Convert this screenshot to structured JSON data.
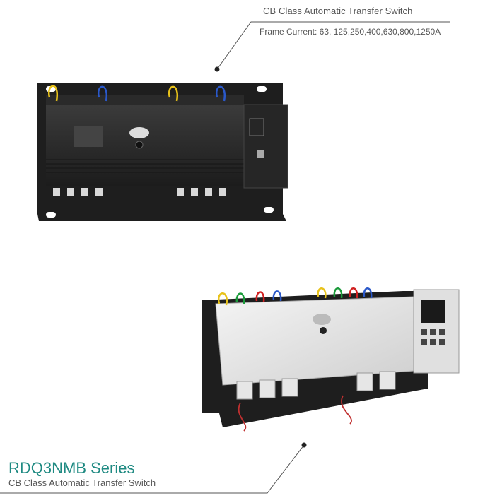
{
  "callout_top": {
    "title": "CB Class Automatic Transfer Switch",
    "subtitle": "Frame Current: 63, 125,250,400,630,800,1250A"
  },
  "callout_bottom": {
    "series": "RDQ3NMB Series",
    "subtitle": "CB Class Automatic Transfer Switch"
  },
  "colors": {
    "series_accent": "#1f8a82",
    "text_gray": "#555555",
    "leader_line": "#555555"
  }
}
